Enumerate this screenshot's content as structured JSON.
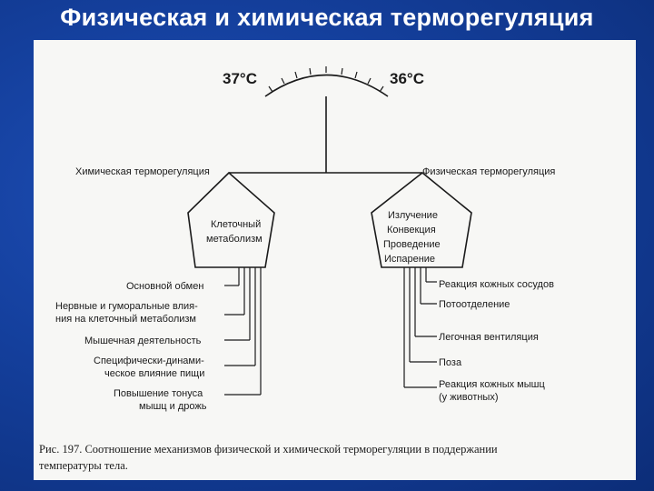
{
  "slide": {
    "title": "Физическая и химическая терморегуляция"
  },
  "figure": {
    "temp_left": "37°C",
    "temp_right": "36°C",
    "chem_label": "Химическая терморегуляция",
    "phys_label": "Физическая терморегуляция",
    "left_box": [
      "Клеточный",
      "метаболизм"
    ],
    "right_box": [
      "Излучение",
      "Конвекция",
      "Проведение",
      "Испарение"
    ],
    "left_items": [
      [
        "Основной обмен"
      ],
      [
        "Нервные и гуморальные влия-",
        "ния на клеточный метаболизм"
      ],
      [
        "Мышечная деятельность"
      ],
      [
        "Специфически-динами-",
        "ческое влияние пищи"
      ],
      [
        "Повышение тонуса",
        "мышц и дрожь"
      ]
    ],
    "right_items": [
      [
        "Реакция кожных сосудов"
      ],
      [
        "Потоотделение"
      ],
      [
        "Легочная вентиляция"
      ],
      [
        "Поза"
      ],
      [
        "Реакция кожных мышц",
        "(у животных)"
      ]
    ],
    "caption": [
      "Рис. 197. Соотношение механизмов физической и химической терморегуляции в поддержании",
      "температуры тела."
    ]
  }
}
